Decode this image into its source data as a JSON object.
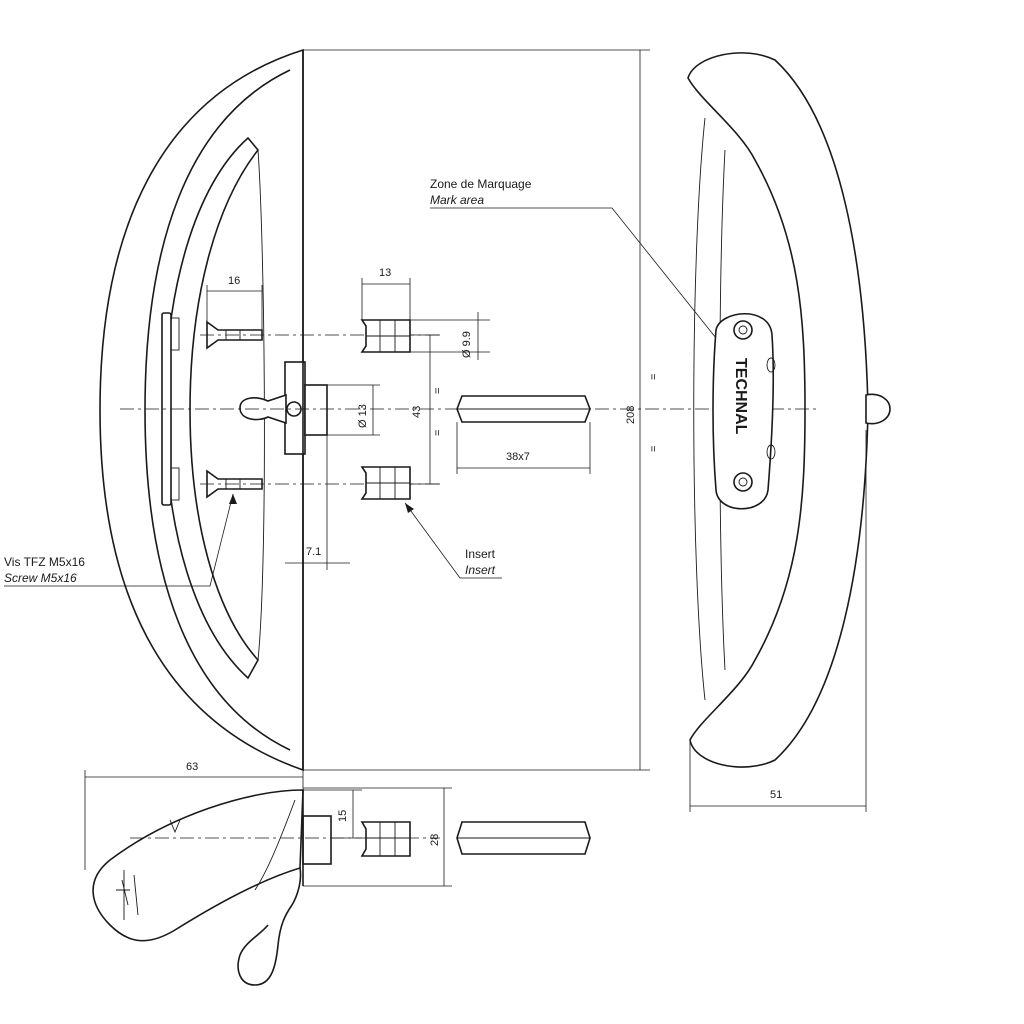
{
  "labels": {
    "mark_area_fr": "Zone de Marquage",
    "mark_area_en": "Mark area",
    "screw_fr": "Vis TFZ M5x16",
    "screw_en": "Screw M5x16",
    "insert_fr": "Insert",
    "insert_en": "Insert",
    "brand": "TECHNAL"
  },
  "dimensions": {
    "screw_length": "16",
    "insert_width": "13",
    "insert_dia": "Ø 9.9",
    "spindle_dia": "Ø 13",
    "hole_spacing": "43",
    "spindle": "38x7",
    "height": "208",
    "offset": "7.1",
    "depth": "63",
    "width": "51",
    "small_height": "15",
    "rose_height": "28",
    "equal": "="
  }
}
